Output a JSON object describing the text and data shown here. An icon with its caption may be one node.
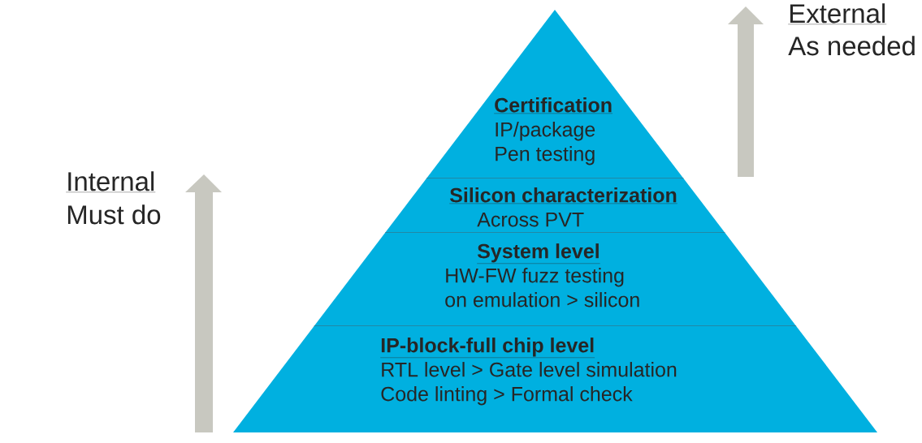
{
  "diagram": {
    "nodes": [
      {
        "text": [
          "Certification",
          "IP/package",
          "Pen testing"
        ]
      },
      {
        "text": [
          "Silicon characterization",
          "Across PVT"
        ]
      },
      {
        "text": [
          "System level",
          "HW-FW fuzz testing on emulation > silicon"
        ]
      },
      {
        "text": [
          "IP-block-full chip level",
          "RTL level > Gate level simulation",
          "Code linting > Formal check"
        ]
      }
    ],
    "labels": [
      "External",
      "As needed",
      "Internal",
      "Must do"
    ]
  }
}
